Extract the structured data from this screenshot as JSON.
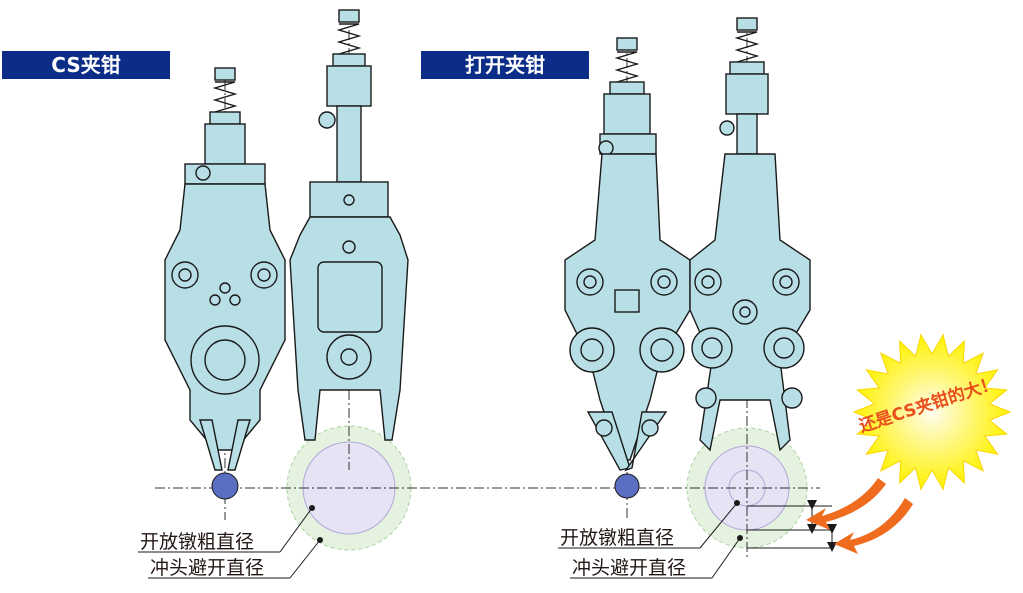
{
  "titles": {
    "left": "CS夹钳",
    "right": "打开夹钳"
  },
  "labels": {
    "upset_diameter": "开放镦粗直径",
    "punch_clearance_diameter": "冲头避开直径"
  },
  "callout": {
    "text": "还是CS夹钳的大！"
  },
  "colors": {
    "title_bg": "#0b2c87",
    "body_fill": "#b8dfe6",
    "outline": "#1a1a1a",
    "ball": "#5b6fc2",
    "circle_inner": "#e6e3f5",
    "circle_outer": "#e4f2df",
    "arrow": "#ef6c1f",
    "burst": "#fff200"
  }
}
